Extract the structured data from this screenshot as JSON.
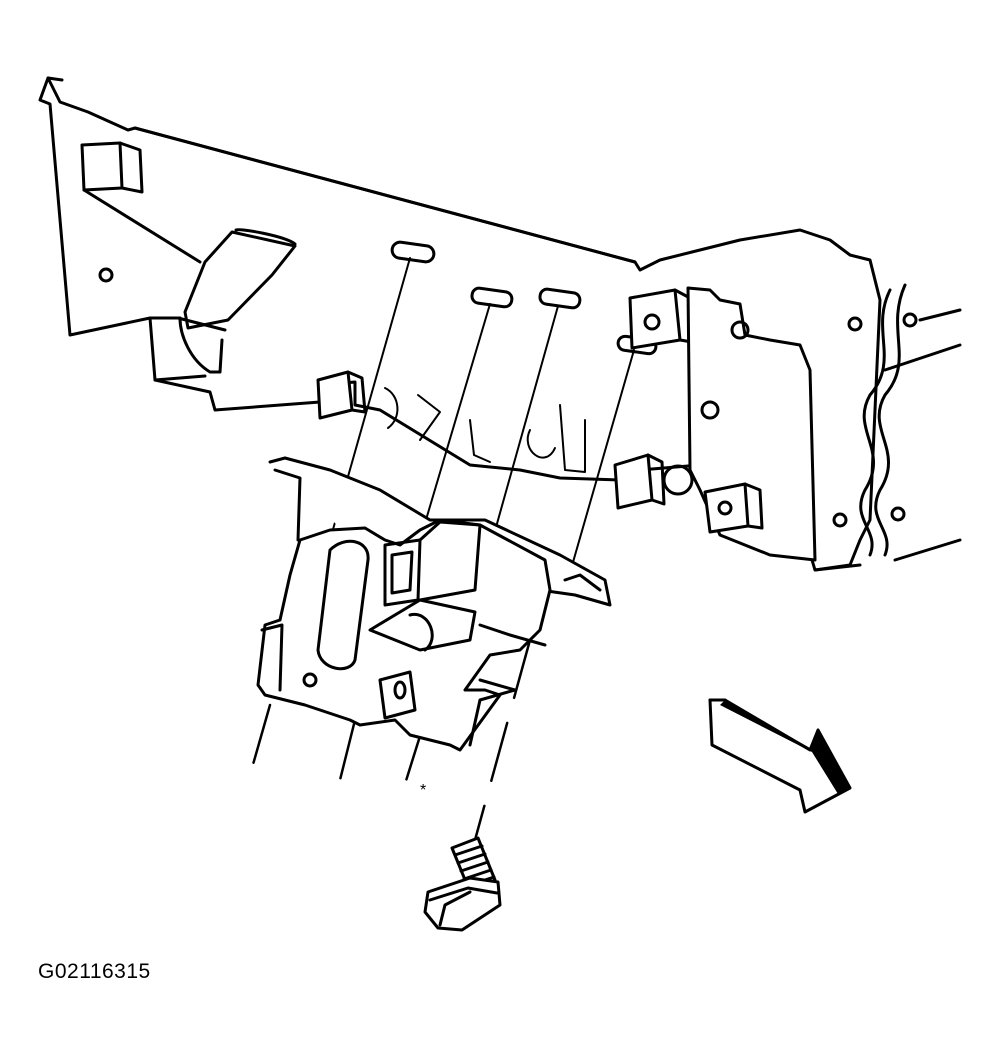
{
  "figure": {
    "reference_code": "G02116315",
    "marker_symbol": "*"
  },
  "parts": [
    {
      "id": "engine-side-surface",
      "icon": "engine-surface-illustration"
    },
    {
      "id": "mount-bracket",
      "icon": "bracket-illustration"
    },
    {
      "id": "flange-bolt",
      "icon": "bolt-illustration"
    },
    {
      "id": "forward-arrow",
      "icon": "direction-arrow"
    }
  ],
  "colors": {
    "ink": "#000000",
    "paper": "#ffffff"
  }
}
